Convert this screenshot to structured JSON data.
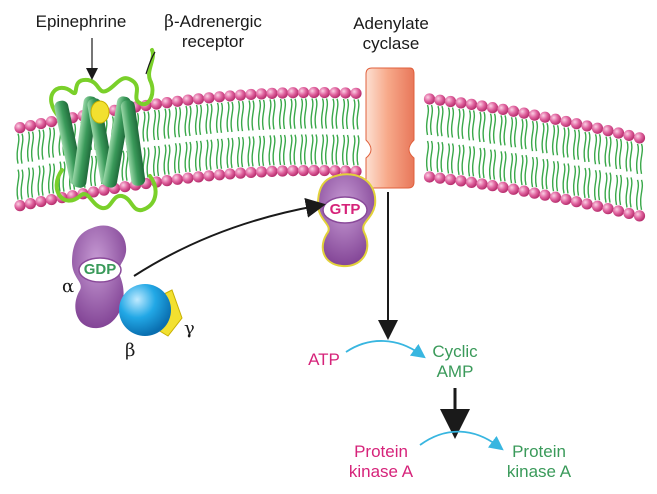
{
  "labels": {
    "epinephrine": "Epinephrine",
    "beta_prefix": "β",
    "receptor_line1": "-Adrenergic",
    "receptor_line2": "receptor",
    "adenylate_line1": "Adenylate",
    "adenylate_line2": "cyclase",
    "gtp": "GTP",
    "gdp": "GDP",
    "alpha": "α",
    "beta": "β",
    "gamma": "γ",
    "atp": "ATP",
    "camp_line1": "Cyclic",
    "camp_line2": "AMP",
    "pka_in_line1": "Protein",
    "pka_in_line2": "kinase A",
    "pka_out_line1": "Protein",
    "pka_out_line2": "kinase A"
  },
  "colors": {
    "lipid_head": "#e05a9a",
    "lipid_tail": "#3aa84a",
    "receptor_helix": "#3a9a5a",
    "receptor_loop": "#7ad02a",
    "g_alpha": "#9a5aa8",
    "g_beta": "#1aa3e0",
    "g_gamma": "#f2e030",
    "adenylate_cyclase": "#f59a7a",
    "arrow_curve": "#38b6e0",
    "inactive_text": "#d6237a",
    "active_text": "#3a9a5a"
  }
}
